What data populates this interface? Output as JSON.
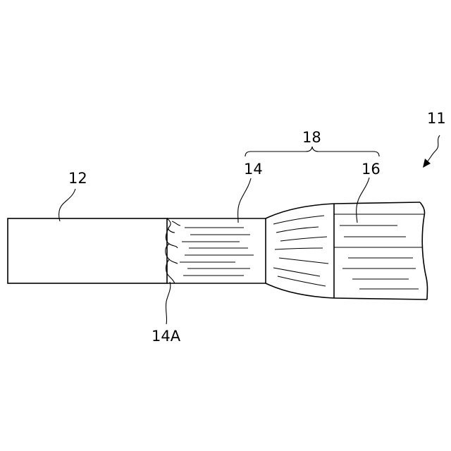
{
  "labels": {
    "assembly": "11",
    "sheath": "12",
    "core_exposed": "14",
    "core_end": "14A",
    "core_covered": "16",
    "transition_region": "18"
  }
}
